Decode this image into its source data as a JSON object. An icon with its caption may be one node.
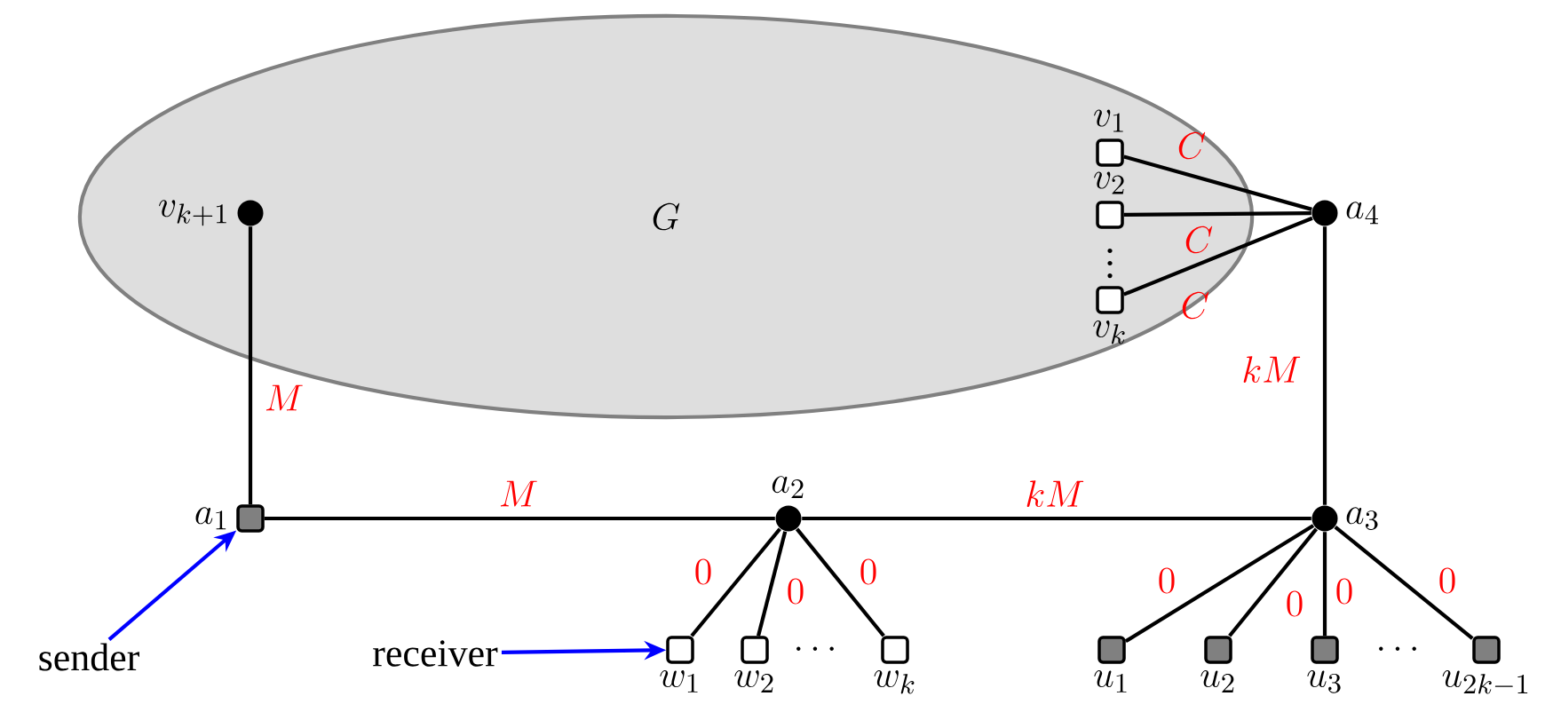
{
  "diagram": {
    "nodes": [
      {
        "text": [
          "G"
        ]
      },
      {
        "text": [
          "v_{k+1}"
        ],
        "in": 0
      },
      {
        "text": [
          "v_1"
        ],
        "in": 0
      },
      {
        "text": [
          "v_2"
        ],
        "in": 0
      },
      {
        "text": [
          "v_k"
        ],
        "in": 0
      },
      {
        "text": [
          "a_4"
        ]
      },
      {
        "text": [
          "a_1"
        ]
      },
      {
        "text": [
          "a_2"
        ]
      },
      {
        "text": [
          "a_3"
        ]
      },
      {
        "text": [
          "w_1"
        ]
      },
      {
        "text": [
          "w_2"
        ]
      },
      {
        "text": [
          "w_k"
        ]
      },
      {
        "text": [
          "u_1"
        ]
      },
      {
        "text": [
          "u_2"
        ]
      },
      {
        "text": [
          "u_3"
        ]
      },
      {
        "text": [
          "u_{2k-1}"
        ]
      },
      {
        "text": [
          "sender"
        ]
      },
      {
        "text": [
          "receiver"
        ]
      }
    ],
    "edges": [
      {
        "from": 1,
        "to": 6,
        "arrow": "none",
        "label": "M"
      },
      {
        "from": 2,
        "to": 5,
        "arrow": "none",
        "label": "C"
      },
      {
        "from": 3,
        "to": 5,
        "arrow": "none",
        "label": "C"
      },
      {
        "from": 4,
        "to": 5,
        "arrow": "none",
        "label": "C"
      },
      {
        "from": 5,
        "to": 8,
        "arrow": "none",
        "label": "kM"
      },
      {
        "from": 6,
        "to": 7,
        "arrow": "none",
        "label": "M"
      },
      {
        "from": 7,
        "to": 8,
        "arrow": "none",
        "label": "kM"
      },
      {
        "from": 7,
        "to": 9,
        "arrow": "none",
        "label": "0"
      },
      {
        "from": 7,
        "to": 10,
        "arrow": "none",
        "label": "0"
      },
      {
        "from": 7,
        "to": 11,
        "arrow": "none",
        "label": "0"
      },
      {
        "from": 8,
        "to": 12,
        "arrow": "none",
        "label": "0"
      },
      {
        "from": 8,
        "to": 13,
        "arrow": "none",
        "label": "0"
      },
      {
        "from": 8,
        "to": 14,
        "arrow": "none",
        "label": "0"
      },
      {
        "from": 8,
        "to": 15,
        "arrow": "none",
        "label": "0"
      },
      {
        "from": 16,
        "to": 6,
        "arrow": "to",
        "color": "#0000ff"
      },
      {
        "from": 17,
        "to": 9,
        "arrow": "to",
        "color": "#0000ff"
      }
    ],
    "labels": [
      "\\vdots",
      "\\cdots",
      "\\cdots"
    ]
  }
}
